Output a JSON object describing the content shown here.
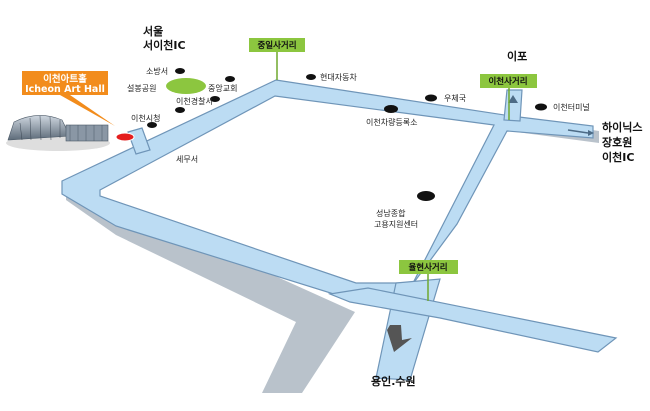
{
  "colors": {
    "road_fill": "#bcdcf3",
    "road_stroke": "#6f95b8",
    "shadow": "#7f8fa0",
    "intersection_tag": "#8cc63f",
    "banner": "#f28c1c",
    "landmark_dot": "#111111",
    "park": "#8cc63f",
    "venue_marker": "#e41e1e"
  },
  "venue": {
    "name_ko": "이천아트홀",
    "name_en": "Icheon Art Hall"
  },
  "directions": {
    "seoul": "서울",
    "seoicheon_ic": "서이천IC",
    "ipo": "이포",
    "hynix": "하이닉스",
    "hoam": "장호원",
    "icheon_ic": "이천IC",
    "yongin_suwon": "용인.수원"
  },
  "intersections": {
    "jungil": "중일사거리",
    "icheon": "이천사거리",
    "olhyeon": "율현사거리"
  },
  "landmarks": {
    "fire_station": "소방서",
    "seolbong_park": "설봉공원",
    "central_church": "중앙교회",
    "police": "이천경찰서",
    "city_hall": "이천시청",
    "tax_office": "세무서",
    "hyundai_motors": "현대자동차",
    "post_office": "우체국",
    "bus_terminal": "이천터미널",
    "vehicle_registration": "이천차량등록소",
    "seongnam_center_line1": "성남종합",
    "seongnam_center_line2": "고용지원센터"
  }
}
